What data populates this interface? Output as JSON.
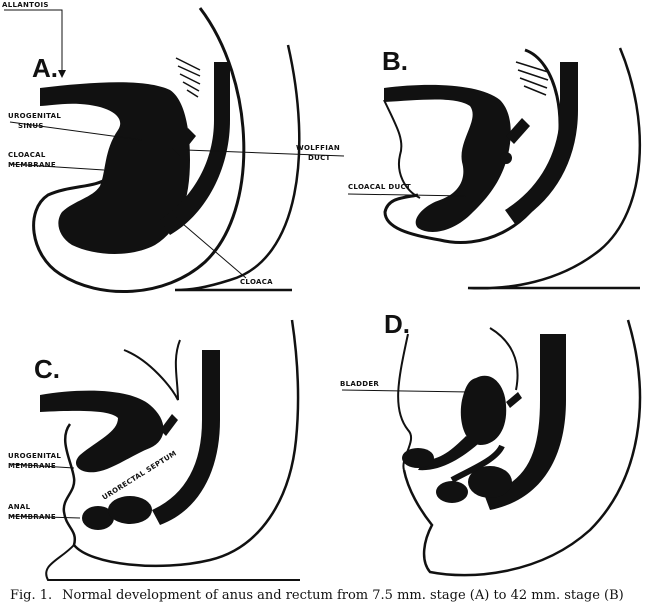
{
  "panels": {
    "a": {
      "letter": "A.",
      "labels": {
        "allantois": "ALLANTOIS",
        "urogenital_1": "UROGENITAL",
        "urogenital_2": "SINUS",
        "cloacal_1": "CLOACAL",
        "cloacal_2": "MEMBRANE",
        "wolffian_1": "WOLFFIAN",
        "wolffian_2": "DUCT",
        "cloaca": "CLOACA"
      }
    },
    "b": {
      "letter": "B.",
      "labels": {
        "cloacal_duct": "CLOACAL DUCT"
      }
    },
    "c": {
      "letter": "C.",
      "labels": {
        "urogenital_1": "UROGENITAL",
        "urogenital_2": "MEMBRANE",
        "anal_1": "ANAL",
        "anal_2": "MEMBRANE",
        "septum": "URORECTAL SEPTUM"
      }
    },
    "d": {
      "letter": "D.",
      "labels": {
        "bladder": "BLADDER"
      }
    }
  },
  "caption": {
    "fig": "Fig. 1.",
    "text": "Normal development of anus and rectum from 7.5 mm. stage (A) to 42 mm. stage (B)"
  }
}
